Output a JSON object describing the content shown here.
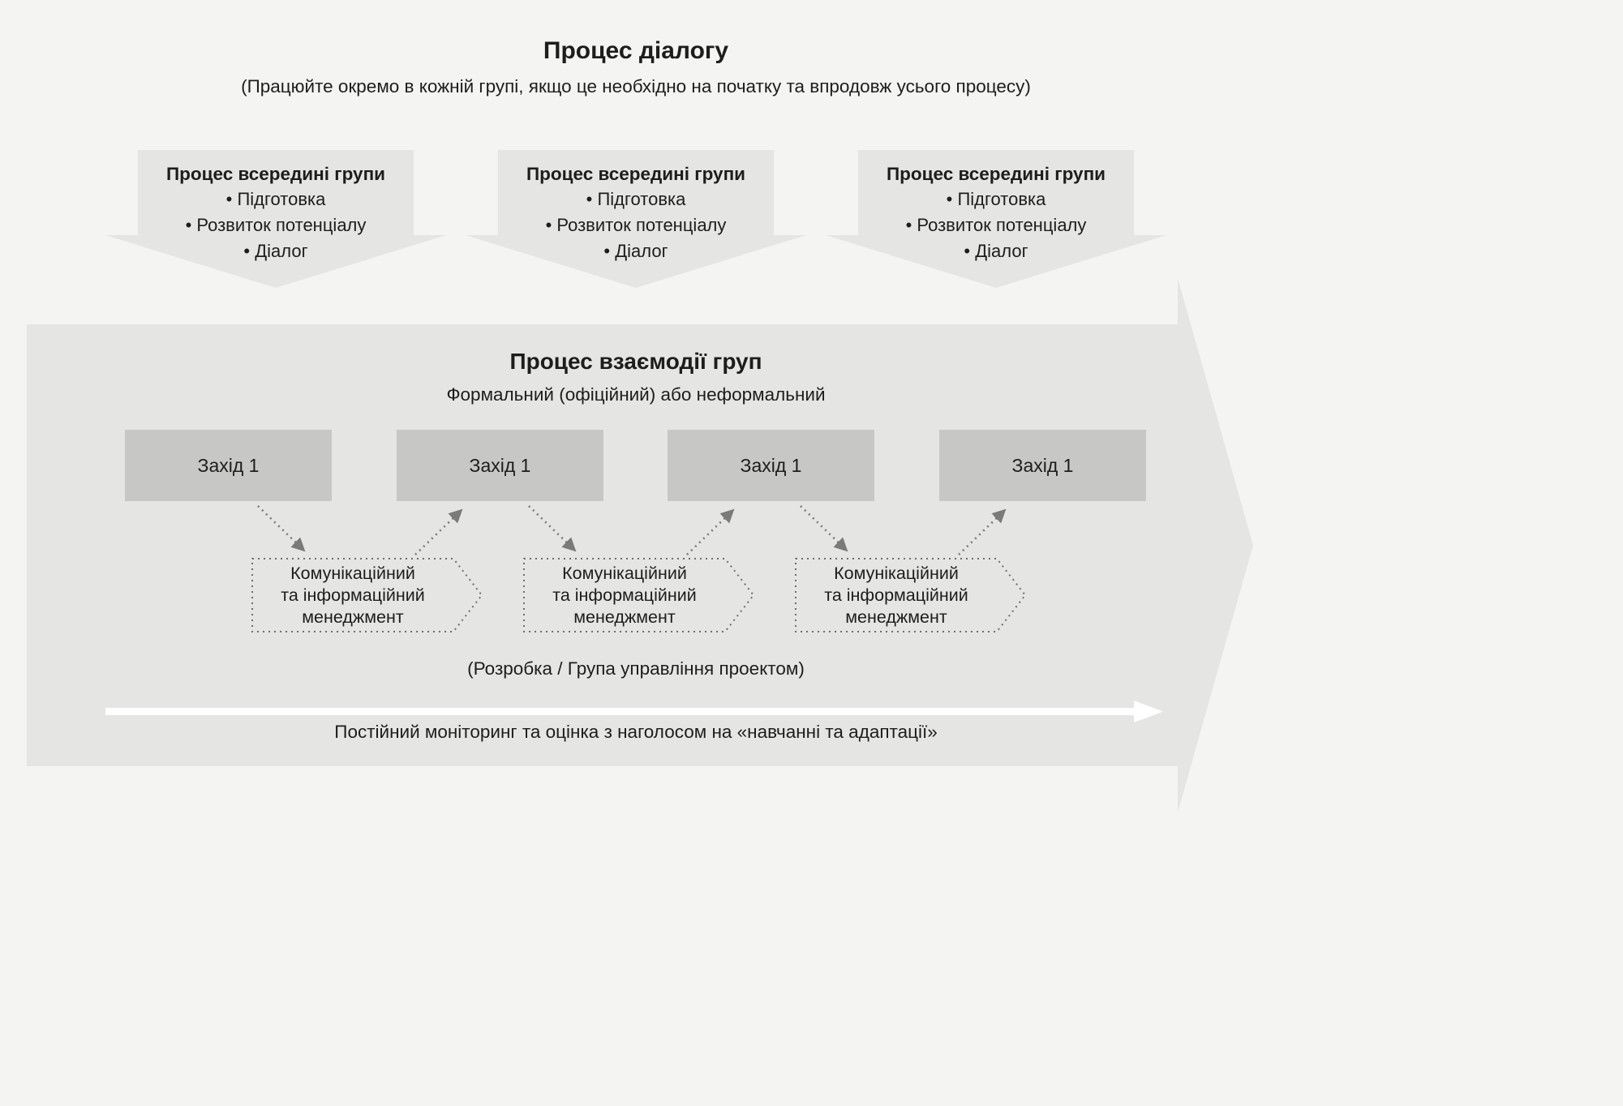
{
  "header": {
    "title": "Процес діалогу",
    "subtitle": "(Працюйте окремо в кожній групі, якщо це необхідно на початку та впродовж усього процесу)"
  },
  "group_arrows": [
    {
      "title": "Процес всередині групи",
      "items": [
        "• Підготовка",
        "• Розвиток потенціалу",
        "• Діалог"
      ]
    },
    {
      "title": "Процес всередині групи",
      "items": [
        "• Підготовка",
        "• Розвиток потенціалу",
        "• Діалог"
      ]
    },
    {
      "title": "Процес всередині групи",
      "items": [
        "• Підготовка",
        "• Розвиток потенціалу",
        "• Діалог"
      ]
    }
  ],
  "interaction": {
    "title": "Процес взаємодії груп",
    "subtitle": "Формальний (офіційний) або неформальний",
    "events": [
      "Захід 1",
      "Захід 1",
      "Захід 1",
      "Захід 1"
    ],
    "comm_boxes": [
      {
        "line1": "Комунікаційний",
        "line2": "та інформаційний",
        "line3": "менеджмент"
      },
      {
        "line1": "Комунікаційний",
        "line2": "та інформаційний",
        "line3": "менеджмент"
      },
      {
        "line1": "Комунікаційний",
        "line2": "та інформаційний",
        "line3": "менеджмент"
      }
    ],
    "dev_label": "(Розробка / Група управління проектом)",
    "monitoring_label": "Постійний моніторинг та оцінка з наголосом на «навчанні та адаптації»"
  },
  "colors": {
    "background": "#f4f4f2",
    "shape_fill": "#e5e5e3",
    "event_fill": "#c7c7c5",
    "text": "#1d1d1b",
    "dotted": "#7a7a78",
    "monitoring_arrow": "#ffffff"
  }
}
